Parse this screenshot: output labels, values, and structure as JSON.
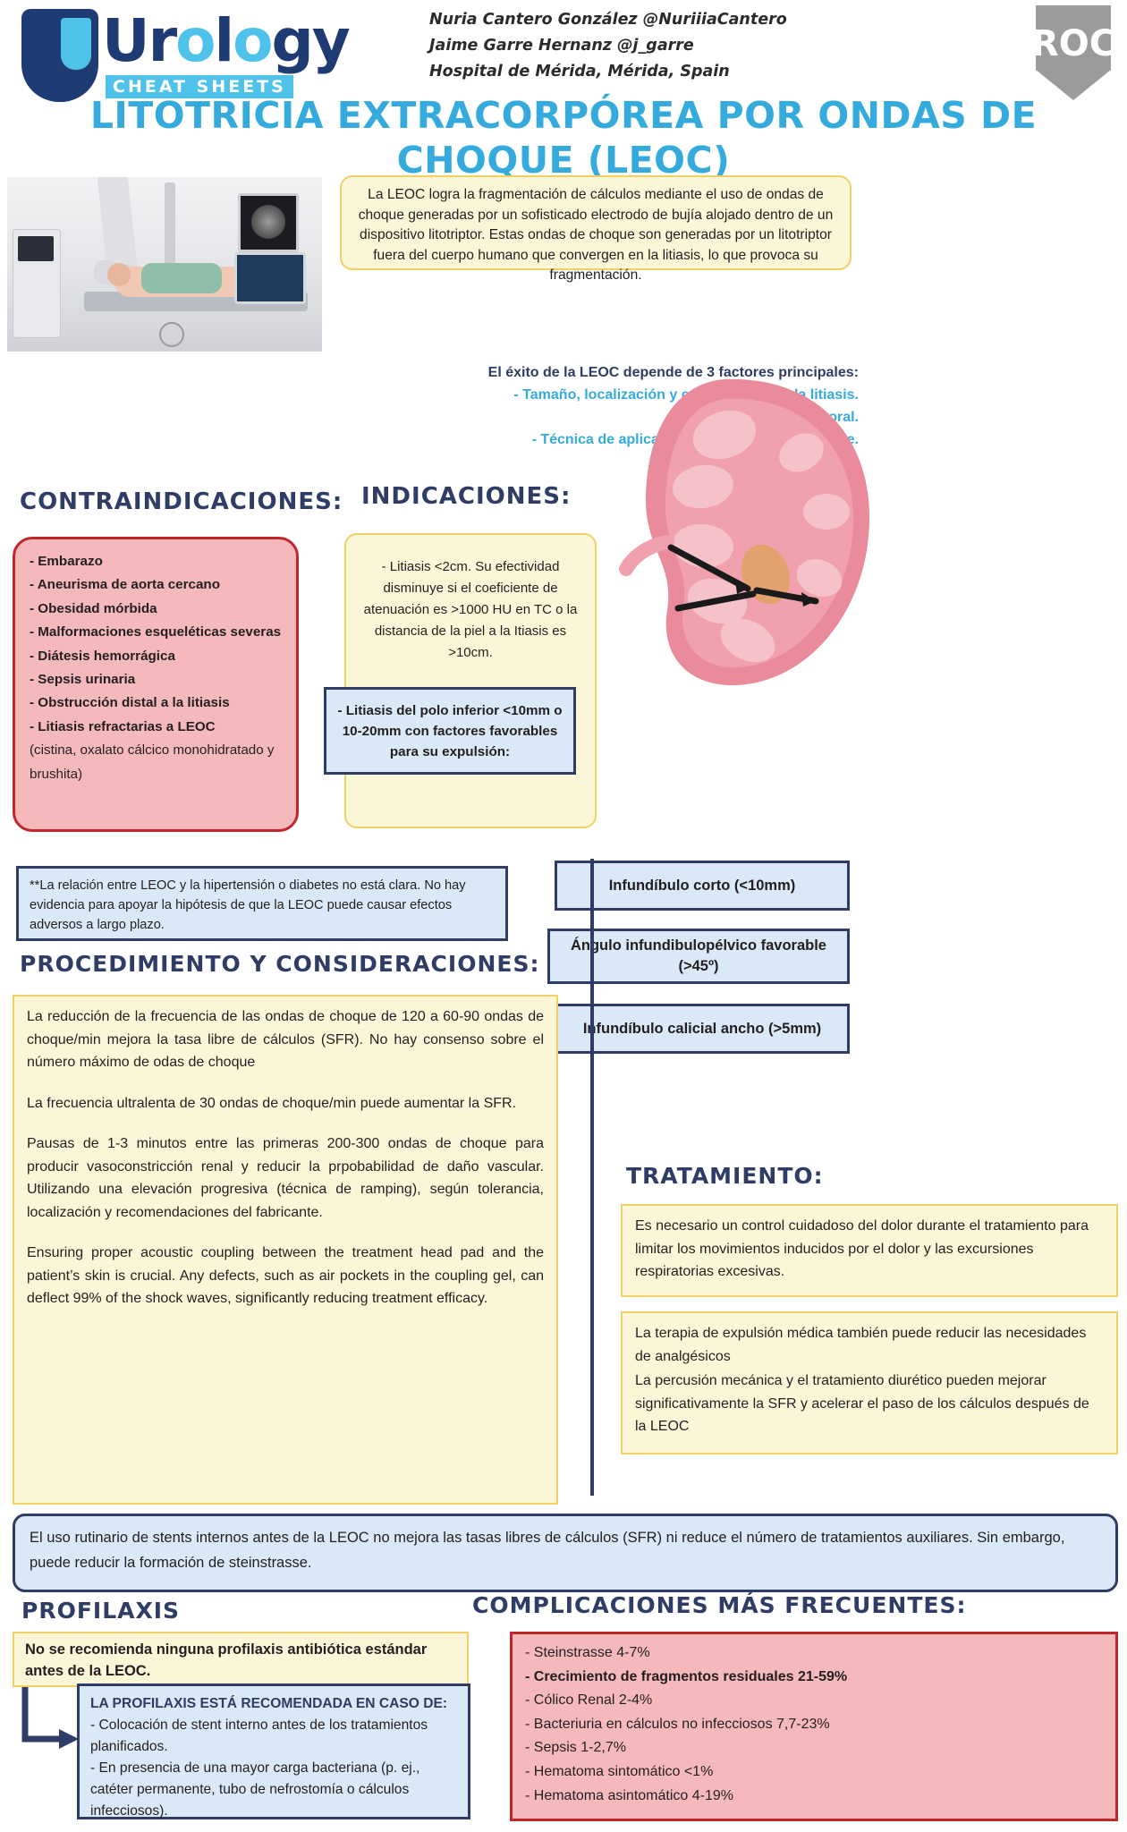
{
  "brand": {
    "logo_main": "Urology",
    "logo_sub": "CHEAT SHEETS",
    "corner_logo": "roc-logo"
  },
  "authors": [
    "Nuria Cantero González @NuriiiaCantero",
    "Jaime Garre Hernanz @j_garre",
    "Hospital de Mérida, Mérida, Spain"
  ],
  "title": "LITOTRICIA EXTRACORPÓREA POR ONDAS DE CHOQUE (LEOC)",
  "description": "La LEOC logra la fragmentación de cálculos mediante el uso de ondas de choque generadas por un sofisticado electrodo de bujía alojado dentro de un dispositivo litotriptor. Estas ondas de choque son generadas por un litotriptor fuera del cuerpo humano que convergen en la litiasis, lo que provoca su fragmentación.",
  "success_factors": {
    "lead": "El éxito de la LEOC depende de 3 factores principales:",
    "items": [
      "- Tamaño, localización y composición de la litiasis.",
      "- Composición corporal.",
      "- Técnica de aplicación de las ondas de choque."
    ]
  },
  "contraindications": {
    "heading": "CONTRAINDICACIONES:",
    "items": [
      "- Embarazo",
      "- Aneurisma de aorta cercano",
      "- Obesidad mórbida",
      "- Malformaciones esqueléticas severas",
      "- Diátesis hemorrágica",
      "- Sepsis urinaria",
      "- Obstrucción distal a la litiasis",
      "- Litiasis refractarias a LEOC"
    ],
    "note": "(cistina, oxalato cálcico monohidratado y brushita)"
  },
  "indications": {
    "heading": "INDICACIONES:",
    "text": "- Litiasis <2cm. Su efectividad disminuye si el coeficiente de atenuación es >1000 HU en TC o la distancia de la piel a la Itiasis es >10cm.",
    "sub_text": "- Litiasis del polo inferior <10mm o 10-20mm con factores favorables para su expulsión:",
    "criteria": [
      "Infundíbulo corto (<10mm)",
      "Ángulo infundibulopélvico favorable (>45º)",
      "Infundíbulo calicial ancho (>5mm)"
    ]
  },
  "footnote": "**La relación entre LEOC y la hipertensión o diabetes no está clara. No hay evidencia para apoyar la hipótesis de que la LEOC puede causar efectos adversos a largo plazo.",
  "procedure": {
    "heading": "PROCEDIMIENTO Y CONSIDERACIONES:",
    "paragraphs": [
      "La reducción de la frecuencia de las ondas de choque de 120 a 60-90 ondas de choque/min mejora la tasa libre de cálculos (SFR). No hay consenso sobre el número máximo de odas de choque",
      "La frecuencia ultralenta de 30 ondas de choque/min puede aumentar la SFR.",
      "Pausas de 1-3 minutos entre las primeras 200-300 ondas de choque para producir vasoconstricción renal y reducir la prpobabilidad de daño vascular. Utilizando una elevación progresiva (técnica de ramping), según tolerancia, localización y recomendaciones del fabricante.",
      "Ensuring proper acoustic coupling between the treatment head pad and the patient’s skin is crucial. Any defects, such as air pockets in the coupling gel, can deflect 99% of the shock waves, significantly reducing treatment efficacy."
    ]
  },
  "treatment": {
    "heading": "TRATAMIENTO:",
    "box1": "Es necesario un control cuidadoso del dolor durante el tratamiento para limitar los movimientos inducidos por el dolor y las excursiones respiratorias excesivas.",
    "box2_line1": "La terapia de expulsión médica también puede reducir las necesidades de analgésicos",
    "box2_line2": "La percusión mecánica y el tratamiento diurético pueden mejorar significativamente la SFR y acelerar el paso de los cálculos después de la LEOC"
  },
  "stents_banner": "El uso rutinario de stents internos antes de la LEOC no mejora las tasas libres de cálculos (SFR) ni reduce el número de tratamientos auxiliares. Sin embargo, puede reducir la formación de steinstrasse.",
  "prophylaxis": {
    "heading": "PROFILAXIS",
    "main": "No se recomienda ninguna profilaxis antibiótica estándar antes de la LEOC.",
    "recommended_title": "LA PROFILAXIS ESTÁ RECOMENDADA EN CASO DE:",
    "recommended_items": [
      "- Colocación de stent interno antes de los tratamientos planificados.",
      "- En presencia de una mayor carga bacteriana (p. ej., catéter permanente, tubo de nefrostomía o cálculos infecciosos)."
    ]
  },
  "complications": {
    "heading": "COMPLICACIONES MÁS FRECUENTES:",
    "items": [
      {
        "text": "- Steinstrasse 4-7%",
        "bold": false
      },
      {
        "text": "- Crecimiento de fragmentos residuales 21-59%",
        "bold": true
      },
      {
        "text": "- Cólico Renal 2-4%",
        "bold": false
      },
      {
        "text": "- Bacteriuria en cálculos no infecciosos 7,7-23%",
        "bold": false
      },
      {
        "text": "- Sepsis 1-2,7%",
        "bold": false
      },
      {
        "text": "- Hematoma sintomático <1%",
        "bold": false
      },
      {
        "text": "- Hematoma asintomático 4-19%",
        "bold": false
      }
    ]
  },
  "colors": {
    "title_blue": "#35aadc",
    "heading_navy": "#2e3c66",
    "cream": "#fcf6d8",
    "cream_border": "#f3d063",
    "light_blue": "#d9e9f7",
    "pink": "#f6b9bb",
    "pink_border": "#c0272d",
    "olive": "#7d6c3b"
  }
}
